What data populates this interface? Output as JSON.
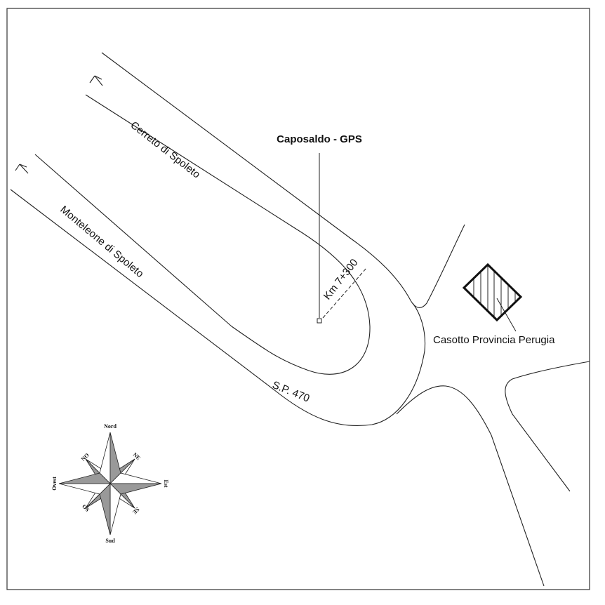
{
  "map": {
    "roads": {
      "cerreto": "Cerreto di Spoleto",
      "monteleone": "Monteleone di Spoleto",
      "sp": "S.P. 470"
    },
    "benchmark": {
      "label": "Caposaldo - GPS",
      "km": "Km 7+300"
    },
    "building": {
      "label": "Casotto Provincia Perugia"
    },
    "compass": {
      "n": "Nord",
      "s": "Sud",
      "e": "Est",
      "w": "Ovest",
      "ne": "NE",
      "no": "NO",
      "se": "SE",
      "so": "SO"
    }
  }
}
